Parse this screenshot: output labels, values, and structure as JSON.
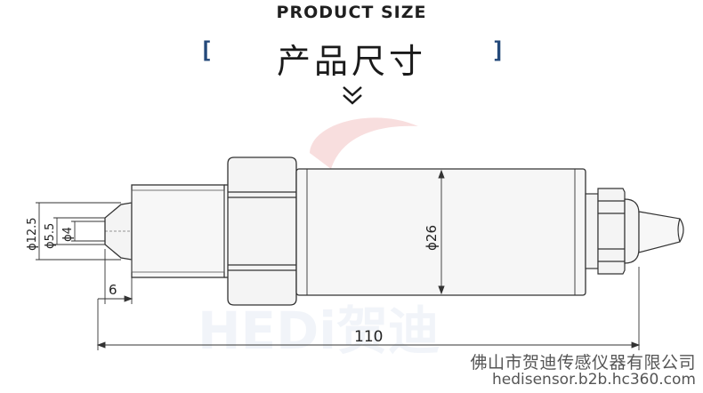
{
  "header": {
    "subtitle": "PRODUCT SIZE",
    "title": "产品尺寸",
    "bracket_left": "[",
    "bracket_right": "]",
    "accent_color": "#24497a"
  },
  "watermark": {
    "text": "HEDi贺迪",
    "icon": "logo-swirl-icon",
    "colors": [
      "#f5c6c6",
      "#c9d6ea"
    ]
  },
  "dimensions": {
    "d1": "ϕ12.5",
    "d2": "ϕ5.5",
    "d3": "ϕ4",
    "body_diameter": "ϕ26",
    "tip_length": "6",
    "total_length": "110"
  },
  "footer": {
    "company": "佛山市贺迪传感仪器有限公司",
    "website": "hedisensor.b2b.hc360.com"
  }
}
